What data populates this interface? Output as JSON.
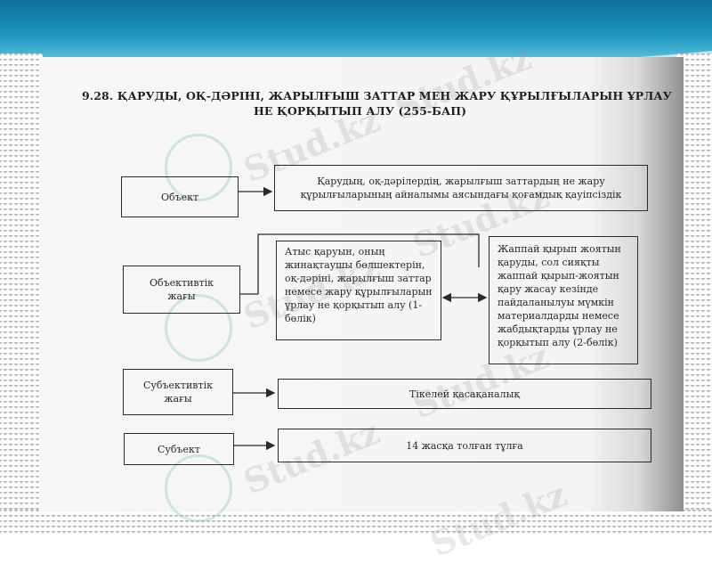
{
  "title": {
    "line1": "9.28. ҚАРУДЫ, ОҚ-ДӘРІНІ, ЖАРЫЛҒЫШ ЗАТТАР МЕН ЖАРУ ҚҰРЫЛҒЫЛАРЫН ҰРЛАУ",
    "line2": "НЕ ҚОРҚЫТЫП АЛУ (255-БАП)"
  },
  "rows": {
    "object": {
      "label": "Объект",
      "text": "Қарудың, оқ-дәрілердің, жарылғыш заттардың не жару құрылғыларының айналымы аясындағы қоғамдық қауіпсіздік"
    },
    "objective": {
      "label": "Объективтік жағы",
      "part1": "Атыс қаруын, оның жинақтаушы бөлшектерін, оқ-дәріні, жарылғыш заттар немесе жару құрылғыларын ұрлау не қорқытып алу (1-бөлік)",
      "part2": "Жаппай қырып жоятын қаруды, сол сияқты жаппай қырып-жоятын қару жасау кезінде пайдаланылуы мүмкін материалдарды немесе жабдықтарды ұрлау не қорқытып алу (2-бөлік)"
    },
    "subjective": {
      "label": "Субъективтік жағы",
      "text": "Тікелей қасақаналық"
    },
    "subject": {
      "label": "Субъект",
      "text": "14 жасқа толған тұлға"
    }
  },
  "watermark": "Stud.kz",
  "colors": {
    "banner": "#1a95bf",
    "line": "#2b2b2b",
    "paper": "#f4f4f4"
  }
}
